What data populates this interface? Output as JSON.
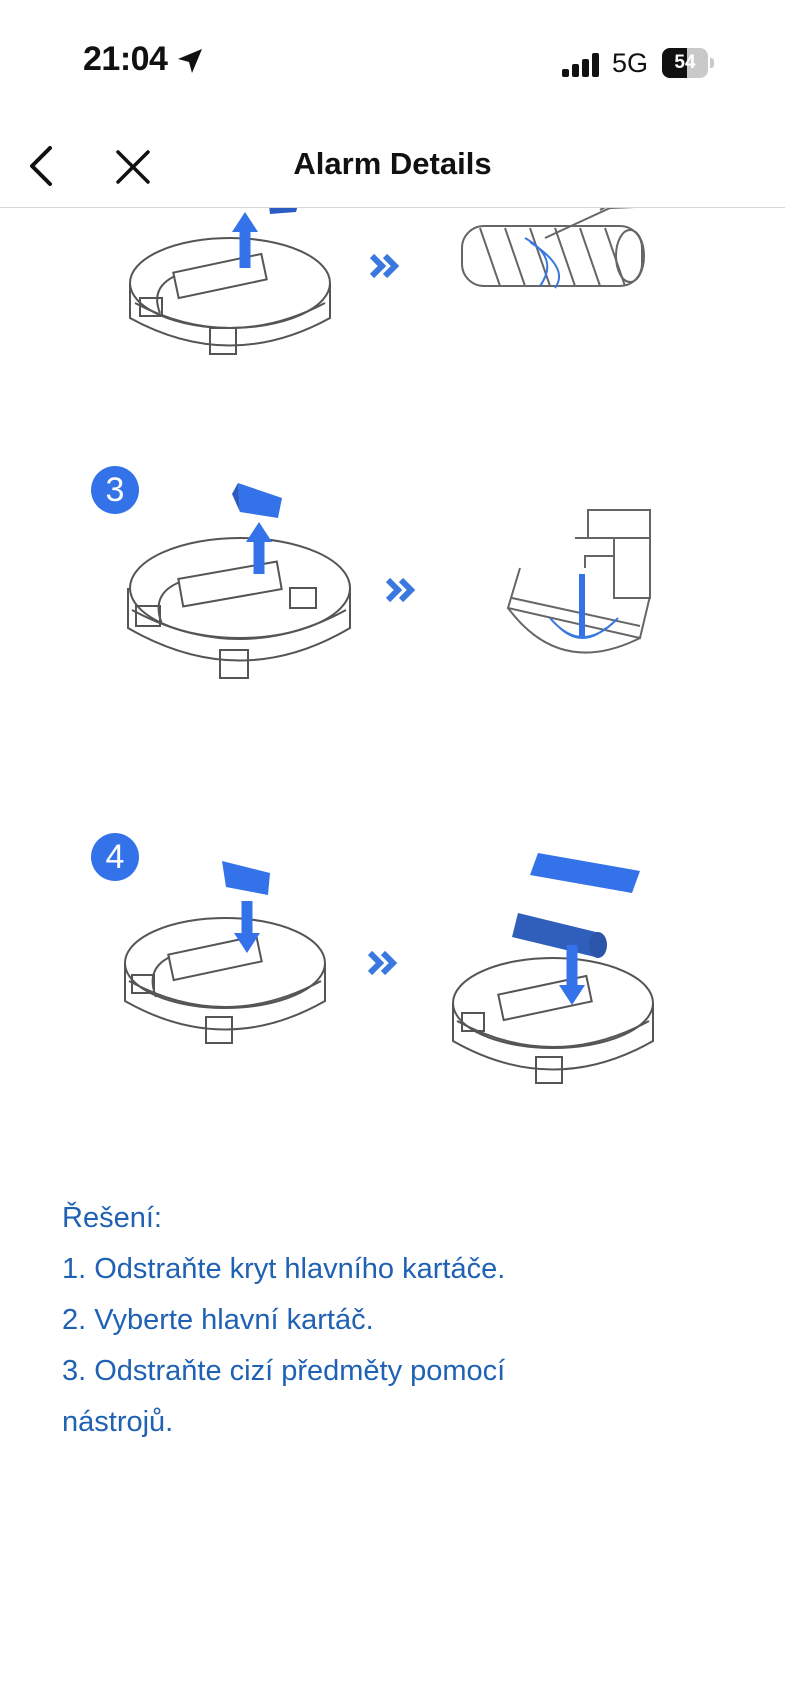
{
  "status_bar": {
    "time": "21:04",
    "network": "5G",
    "battery_level": "54",
    "battery_fraction": 0.54
  },
  "nav": {
    "title": "Alarm Details",
    "back_icon": "chevron-left-icon",
    "close_icon": "close-icon"
  },
  "steps": [
    {
      "number": "3"
    },
    {
      "number": "4"
    }
  ],
  "solution": {
    "heading": "Řešení:",
    "lines": [
      "1. Odstraňte kryt hlavního kartáče.",
      "2. Vyberte hlavní kartáč.",
      "3. Odstraňte cizí předměty pomocí",
      "nástrojů."
    ]
  },
  "colors": {
    "accent": "#3372e8",
    "solution_text": "#1f61b3",
    "line_art": "#555555"
  }
}
